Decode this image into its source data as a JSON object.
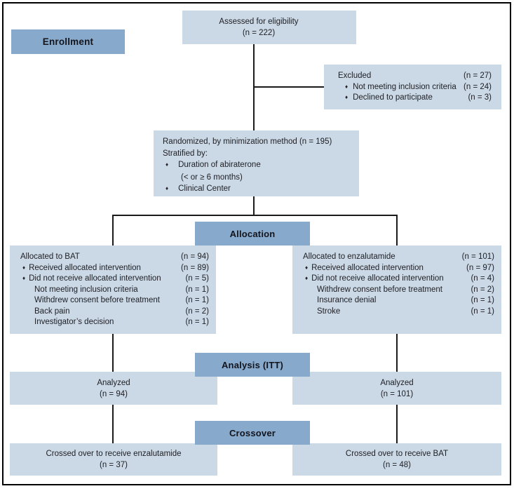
{
  "colors": {
    "box_light": "#cbd9e6",
    "box_dark": "#86a9cc",
    "line": "#1a1a1a",
    "text": "#202026",
    "frame_border": "#000000"
  },
  "stage_labels": {
    "enrollment": "Enrollment",
    "allocation": "Allocation",
    "analysis": "Analysis (ITT)",
    "crossover": "Crossover"
  },
  "assessed": {
    "line1": "Assessed for eligibility",
    "line2": "(n = 222)"
  },
  "excluded": {
    "rows": [
      {
        "text": "Excluded",
        "n": "(n = 27)",
        "style": "r0"
      },
      {
        "text": "Not meeting inclusion criteria",
        "n": "(n = 24)",
        "style": "r1",
        "bullet": "♦"
      },
      {
        "text": "Declined to participate",
        "n": "(n = 3)",
        "style": "r1",
        "bullet": "♦"
      }
    ]
  },
  "randomized": {
    "rows": [
      {
        "text": "Randomized, by minimization method (n = 195)",
        "style": "r0"
      },
      {
        "text": "Stratified by:",
        "style": "r0"
      },
      {
        "text": "Duration of abiraterone",
        "style": "rw1",
        "bullet": "♦"
      },
      {
        "text": "(< or ≥ 6 months)",
        "style": "rw2"
      },
      {
        "text": "Clinical Center",
        "style": "rw1",
        "bullet": "♦"
      }
    ]
  },
  "alloc_left": {
    "rows": [
      {
        "text": "Allocated to BAT",
        "n": "(n = 94)",
        "style": "r0"
      },
      {
        "text": "Received allocated intervention",
        "n": "(n = 89)",
        "style": "r1",
        "bullet": "♦"
      },
      {
        "text": "Did not receive allocated intervention",
        "n": "(n = 5)",
        "style": "r1",
        "bullet": "♦"
      },
      {
        "text": "Not meeting inclusion criteria",
        "n": "(n = 1)",
        "style": "r2"
      },
      {
        "text": "Withdrew consent before treatment",
        "n": "(n = 1)",
        "style": "r2"
      },
      {
        "text": "Back pain",
        "n": "(n = 2)",
        "style": "r2"
      },
      {
        "text": "Investigator’s decision",
        "n": "(n = 1)",
        "style": "r2"
      }
    ]
  },
  "alloc_right": {
    "rows": [
      {
        "text": "Allocated to enzalutamide",
        "n": "(n = 101)",
        "style": "r0"
      },
      {
        "text": "Received allocated intervention",
        "n": "(n = 97)",
        "style": "r1",
        "bullet": "♦"
      },
      {
        "text": "Did not receive allocated intervention",
        "n": "(n = 4)",
        "style": "r1",
        "bullet": "♦"
      },
      {
        "text": "Withdrew consent before treatment",
        "n": "(n = 2)",
        "style": "r2"
      },
      {
        "text": "Insurance denial",
        "n": "(n = 1)",
        "style": "r2"
      },
      {
        "text": "Stroke",
        "n": "(n = 1)",
        "style": "r2"
      }
    ]
  },
  "analyzed_left": {
    "line1": "Analyzed",
    "line2": "(n = 94)"
  },
  "analyzed_right": {
    "line1": "Analyzed",
    "line2": "(n = 101)"
  },
  "crossover_left": {
    "line1": "Crossed over to receive enzalutamide",
    "line2": "(n = 37)"
  },
  "crossover_right": {
    "line1": "Crossed over to receive BAT",
    "line2": "(n = 48)"
  }
}
